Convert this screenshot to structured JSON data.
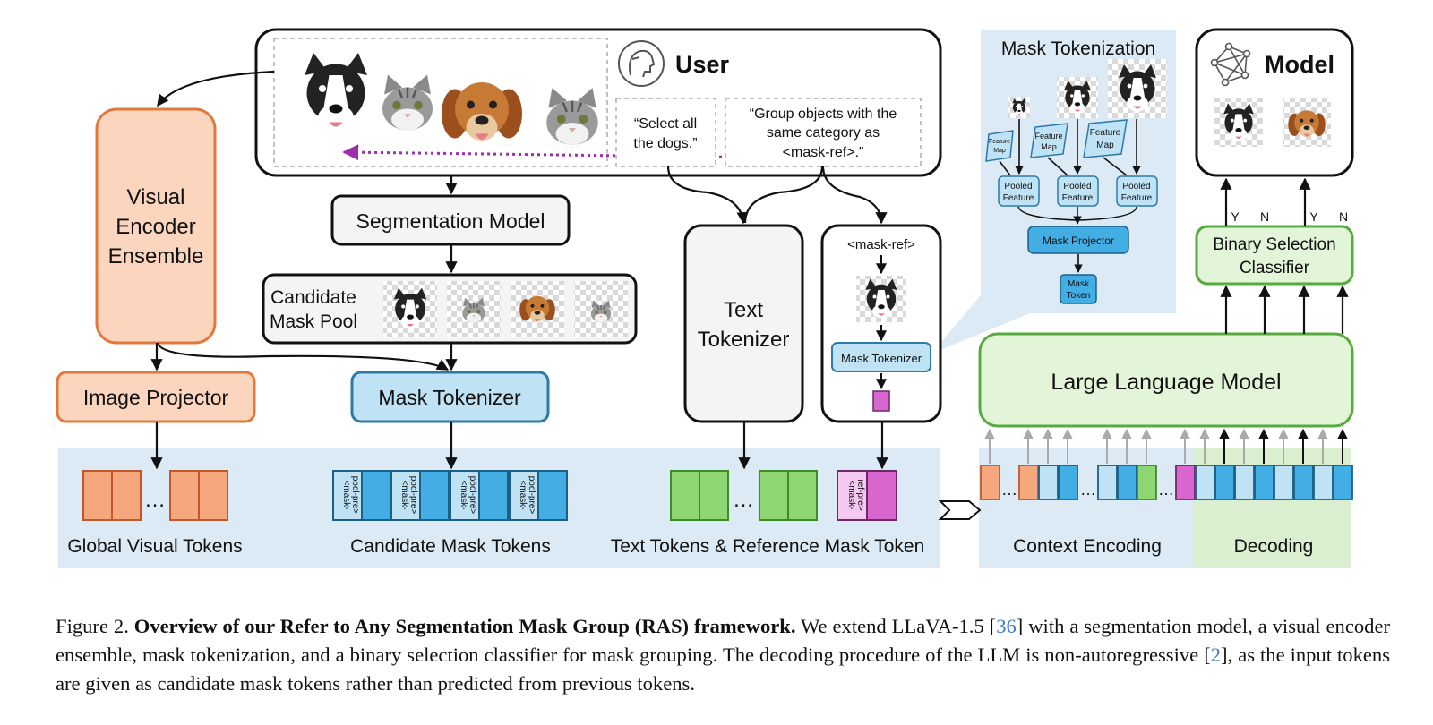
{
  "user": {
    "title": "User",
    "prompt1": [
      "“Select all",
      "the dogs.”"
    ],
    "prompt2": [
      "“Group objects with the",
      "same category as",
      "<mask-ref>.”"
    ]
  },
  "model": {
    "title": "Model"
  },
  "boxes": {
    "visual_encoder": [
      "Visual",
      "Encoder",
      "Ensemble"
    ],
    "segmentation_model": "Segmentation Model",
    "candidate_pool": [
      "Candidate",
      "Mask Pool"
    ],
    "image_projector": "Image Projector",
    "mask_tokenizer": "Mask Tokenizer",
    "text_tokenizer": [
      "Text",
      "Tokenizer"
    ],
    "mask_ref": "<mask-ref>",
    "mask_tokenizer_small": "Mask Tokenizer",
    "llm": "Large Language Model",
    "binary_classifier": [
      "Binary Selection",
      "Classifier"
    ]
  },
  "mask_tokenization": {
    "title": "Mask Tokenization",
    "feature_map": [
      "Feature",
      "Map"
    ],
    "pooled_feature": [
      "Pooled",
      "Feature"
    ],
    "projector": "Mask Projector",
    "token": [
      "Mask",
      "Token"
    ]
  },
  "tokens": {
    "pool_pre": [
      "<mask-",
      "pool-pre>"
    ],
    "ref_pre": [
      "<mask-",
      "ref-pre>"
    ],
    "ellipsis": "…"
  },
  "yn": [
    "Y",
    "N",
    "Y",
    "N"
  ],
  "sections": {
    "global_visual": "Global Visual Tokens",
    "candidate_mask": "Candidate Mask Tokens",
    "text_ref": "Text Tokens & Reference Mask Token",
    "context": "Context Encoding",
    "decoding": "Decoding"
  },
  "caption": {
    "label": "Figure 2.",
    "bold": "Overview of our Refer to Any Segmentation Mask Group (RAS) framework.",
    "t1": "We extend LLaVA-1.5 [",
    "r1": "36",
    "t2": "] with a segmentation model, a visual encoder ensemble, mask tokenization, and a binary selection classifier for mask grouping. The decoding procedure of the LLM is non-autoregressive [",
    "r2": "2",
    "t3": "], as the input tokens are given as candidate mask tokens rather than predicted from previous tokens."
  },
  "colors": {
    "orange_fill": "#fcd5bf",
    "orange_stroke": "#e07a3c",
    "blue_fill": "#bfe2f4",
    "blue_stroke": "#2c7ba7",
    "blue_dark": "#42aee3",
    "green_fill": "#e3f5d9",
    "green_stroke": "#56ab3f",
    "green_token": "#8ed672",
    "magenta": "#d966cf",
    "panel": "#dceaf6",
    "decode_panel": "#d9efd0"
  }
}
